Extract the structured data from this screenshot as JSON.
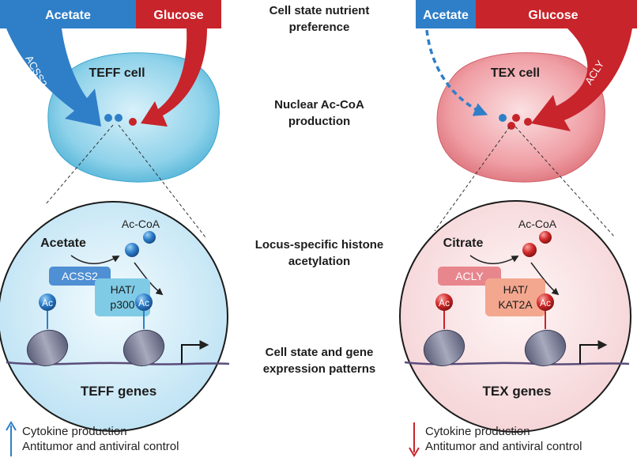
{
  "center": {
    "row1": [
      "Cell state nutrient",
      "preference"
    ],
    "row2": [
      "Nuclear Ac-CoA",
      "production"
    ],
    "row3": [
      "Locus-specific histone",
      "acetylation"
    ],
    "row4": [
      "Cell state and gene",
      "expression patterns"
    ]
  },
  "left": {
    "acetate_label": "Acetate",
    "glucose_label": "Glucose",
    "enzyme_arrow_label": "ACSS2",
    "cell_label": "TEFF cell",
    "zoom": {
      "substrate": "Acetate",
      "product": "Ac-CoA",
      "enzyme": "ACSS2",
      "hat_line1": "HAT/",
      "hat_line2": "p300",
      "ac1": "Ac",
      "ac2": "Ac",
      "genes": "TEFF genes"
    },
    "foot_line1": "Cytokine production",
    "foot_line2": "Antitumor and antiviral control",
    "foot_arrow": "up"
  },
  "right": {
    "acetate_label": "Acetate",
    "glucose_label": "Glucose",
    "enzyme_arrow_label": "ACLY",
    "cell_label": "TEX cell",
    "zoom": {
      "substrate": "Citrate",
      "product": "Ac-CoA",
      "enzyme": "ACLY",
      "hat_line1": "HAT/",
      "hat_line2": "KAT2A",
      "ac1": "Ac",
      "ac2": "Ac",
      "genes": "TEX genes"
    },
    "foot_line1": "Cytokine production",
    "foot_line2": "Antitumor and antiviral control",
    "foot_arrow": "down"
  },
  "colors": {
    "blue": "#2f7fc8",
    "blue_dark": "#1e5fa6",
    "red": "#c8242b",
    "red_dark": "#a51c22",
    "teff_cell": "#6cc3de",
    "tex_cell": "#e9848c",
    "nucleosome": "#7b7e96"
  }
}
